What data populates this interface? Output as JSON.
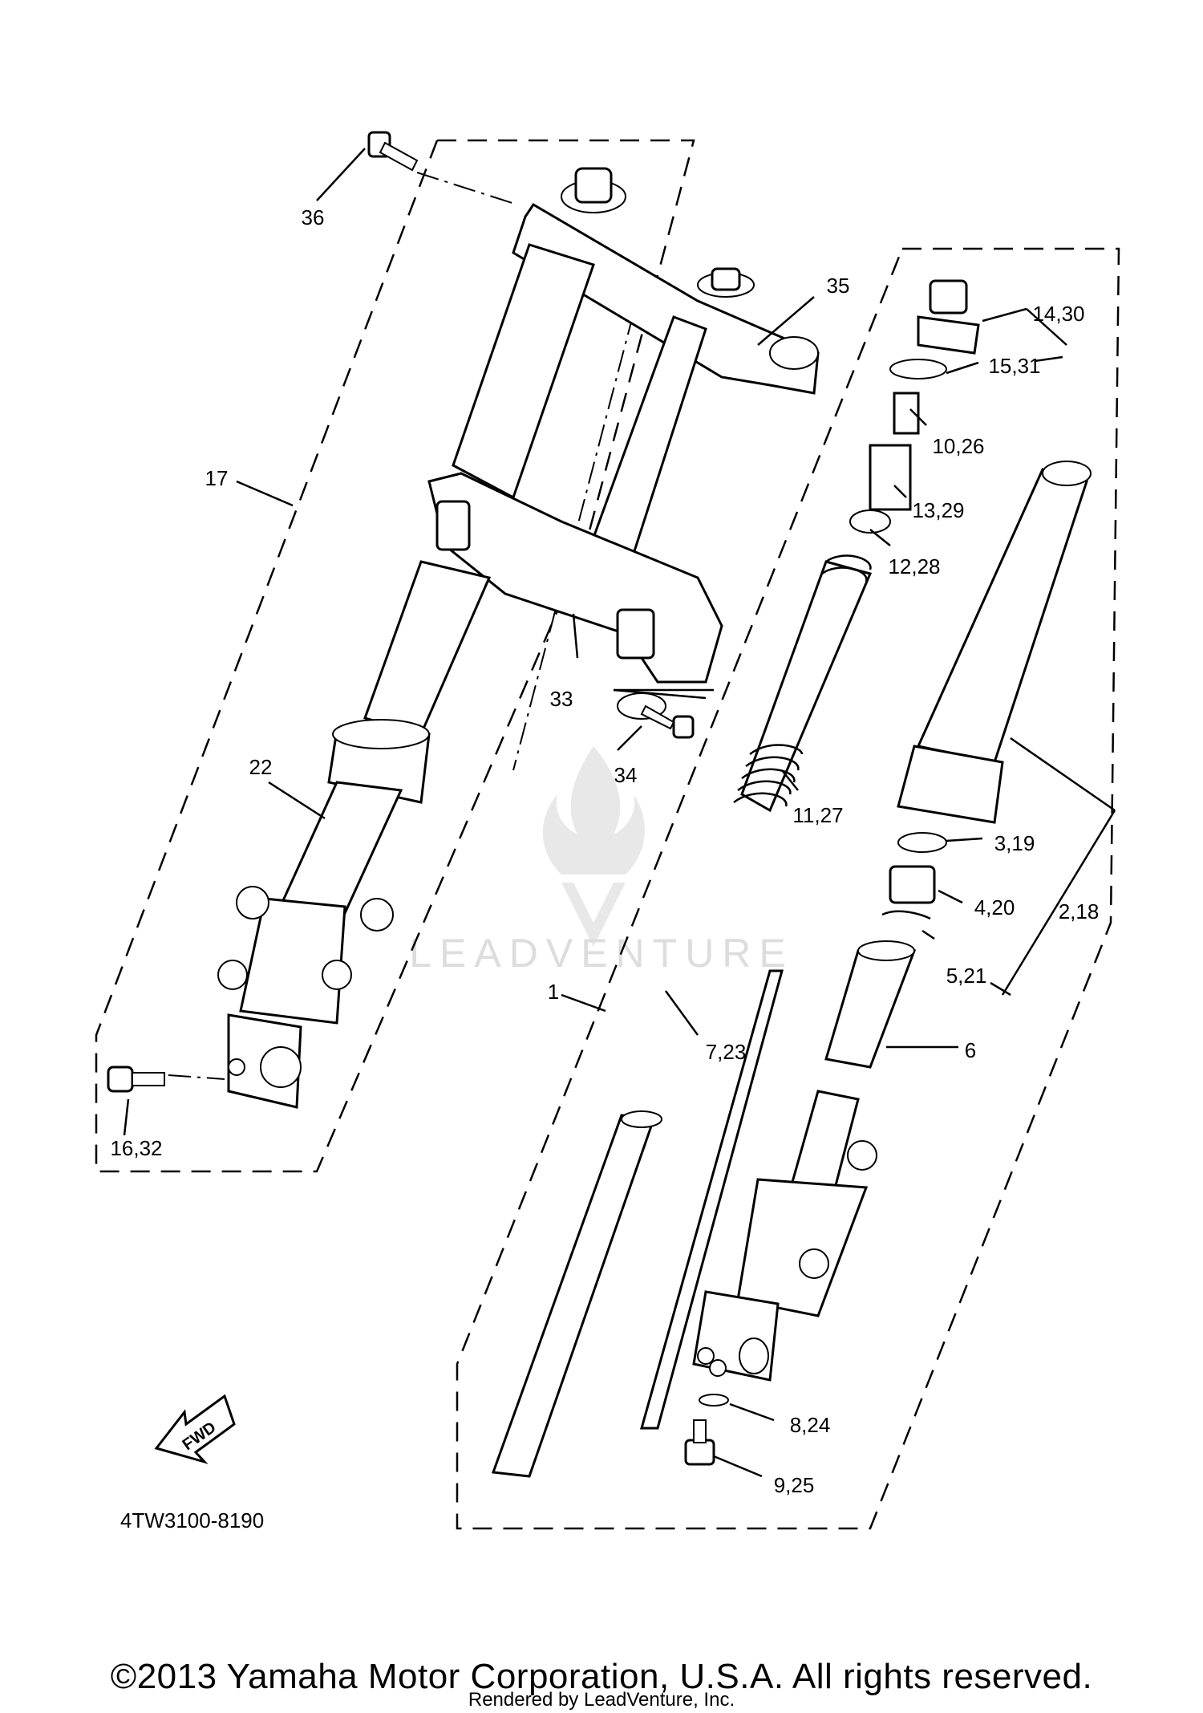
{
  "diagram": {
    "code": "4TW3100-8190",
    "fwd_label": "FWD",
    "watermark": "LEADVENTURE",
    "callouts": {
      "c36": "36",
      "c35": "35",
      "c1430": "14,30",
      "c1531": "15,31",
      "c1026": "10,26",
      "c1329": "13,29",
      "c1228": "12,28",
      "c17": "17",
      "c33": "33",
      "c34": "34",
      "c22": "22",
      "c1127": "11,27",
      "c319": "3,19",
      "c420": "4,20",
      "c218": "2,18",
      "c521": "5,21",
      "c1": "1",
      "c723": "7,23",
      "c6": "6",
      "c1632": "16,32",
      "c824": "8,24",
      "c925": "9,25"
    }
  },
  "footer": {
    "copyright": "©2013 Yamaha Motor Corporation, U.S.A. All rights reserved.",
    "rendered_by": "Rendered by LeadVenture, Inc."
  }
}
